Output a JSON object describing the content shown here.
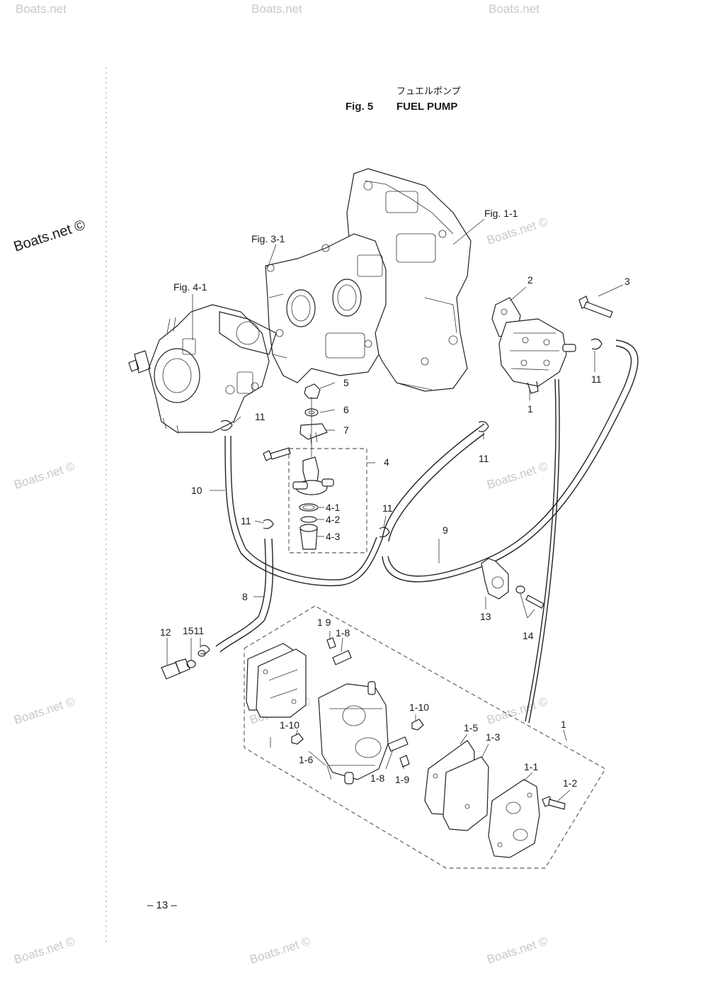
{
  "title": {
    "japanese": "フュエルポンプ",
    "fig_number": "Fig. 5",
    "name": "FUEL PUMP"
  },
  "watermarks": {
    "brand_dark": "Boats.net ©",
    "brand_light": "Boats.net ©",
    "brand_light_noc": "Boats.net"
  },
  "figure_refs": {
    "fig_1_1": "Fig. 1-1",
    "fig_3_1": "Fig. 3-1",
    "fig_4_1": "Fig. 4-1"
  },
  "callouts": {
    "c1": "1",
    "c1b": "1",
    "c2": "2",
    "c3": "3",
    "c4": "4",
    "c5": "5",
    "c6": "6",
    "c7": "7",
    "c8": "8",
    "c9": "9",
    "c10": "10",
    "c11a": "11",
    "c11b": "11",
    "c11c": "11",
    "c11d": "11",
    "c11e": "11",
    "c12": "12",
    "c13": "13",
    "c14": "14",
    "c15_11": "1511",
    "c4_1": "4-1",
    "c4_2": "4-2",
    "c4_3": "4-3",
    "c1_1": "1-1",
    "c1_2": "1-2",
    "c1_3": "1-3",
    "c1_5": "1-5",
    "c1_6": "1-6",
    "c1_8a": "1-8",
    "c1_8b": "1-8",
    "c1_9a": "1 9",
    "c1_9b": "1-9",
    "c1_10a": "1-10",
    "c1_10b": "1-10"
  },
  "page_number": "– 13 –"
}
